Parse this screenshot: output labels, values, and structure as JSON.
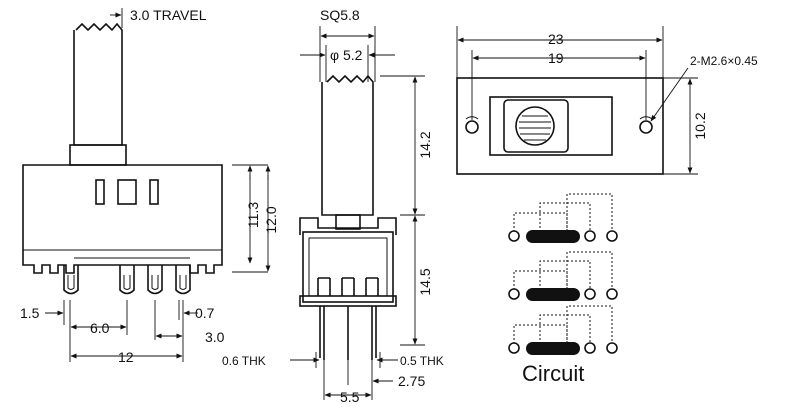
{
  "side_view": {
    "travel": "3.0 TRAVEL",
    "dim_11_3": "11.3",
    "dim_12_0": "12.0",
    "dim_1_5": "1.5",
    "dim_0_7": "0.7",
    "dim_6_0": "6.0",
    "dim_3_0": "3.0",
    "dim_12": "12"
  },
  "front_view": {
    "sq": "SQ5.8",
    "phi": "φ 5.2",
    "dim_14_2": "14.2",
    "dim_14_5": "14.5",
    "thk_06": "0.6 THK",
    "thk_05": "0.5 THK",
    "dim_5_5": "5.5",
    "dim_2_75": "2.75"
  },
  "top_view": {
    "dim_23": "23",
    "dim_19": "19",
    "dim_10_2": "10.2",
    "screw": "2-M2.6×0.45"
  },
  "circuit": {
    "label": "Circuit"
  }
}
